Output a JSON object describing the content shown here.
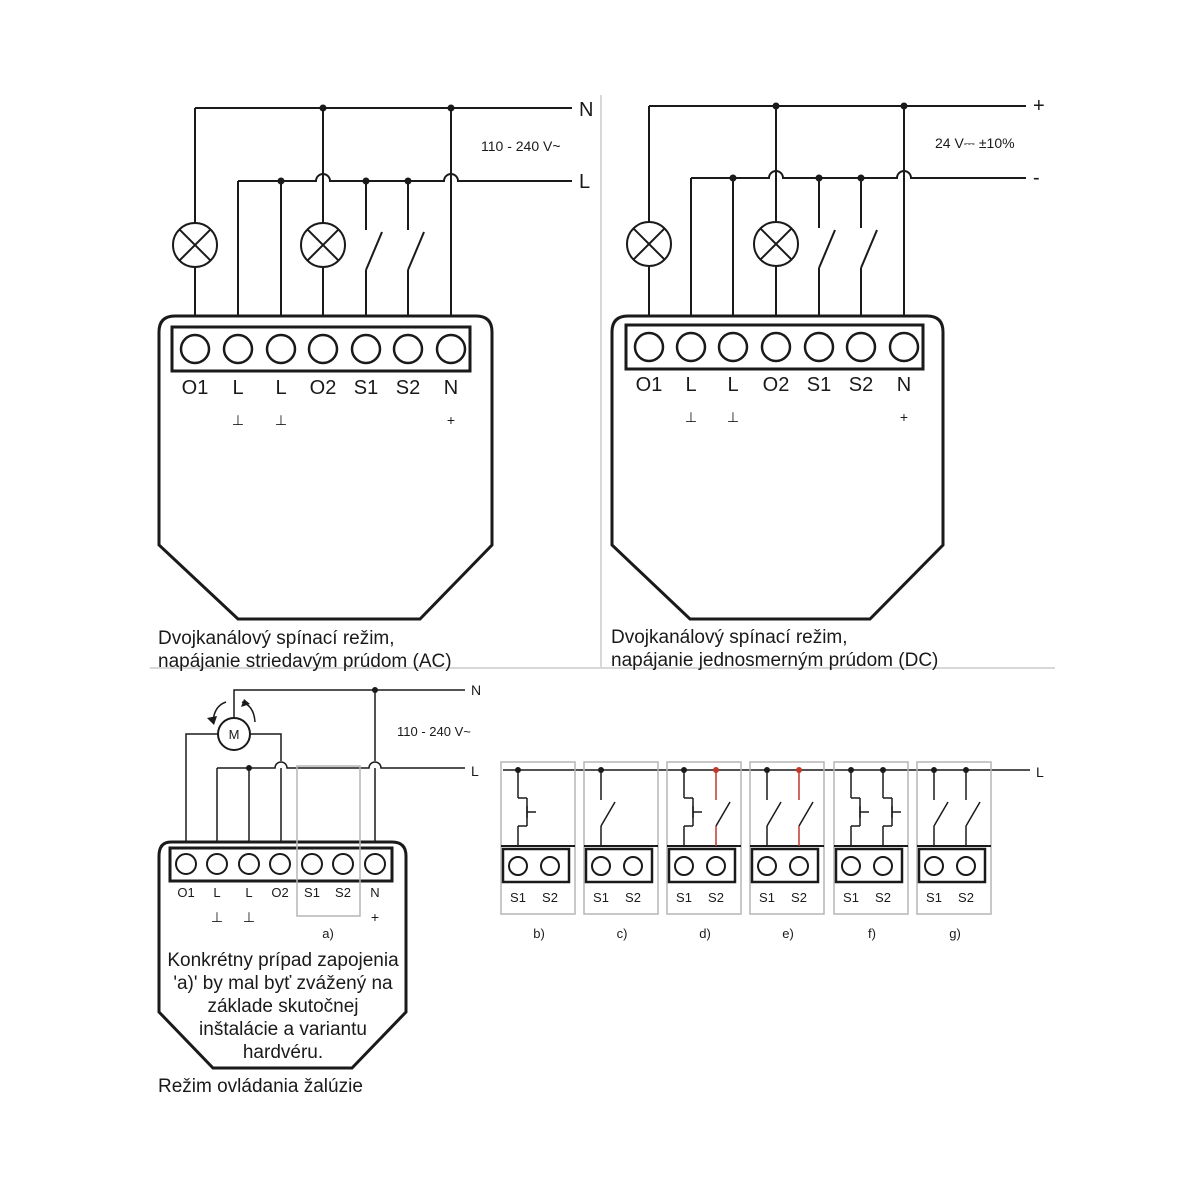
{
  "colors": {
    "wire": "#1a1a1a",
    "frame": "#b5b5b5",
    "divider": "#d8d8d8",
    "red_wire": "#c0392b"
  },
  "ac": {
    "line_top": "N",
    "line_bottom": "L",
    "voltage": "110 - 240 V~",
    "terminals": [
      "O1",
      "L",
      "L",
      "O2",
      "S1",
      "S2",
      "N"
    ],
    "signs": [
      "",
      "⊥",
      "⊥",
      "",
      "",
      "",
      "+"
    ],
    "caption": [
      "Dvojkanálový spínací režim,",
      "napájanie striedavým prúdom (AC)"
    ]
  },
  "dc": {
    "line_top": "+",
    "line_bottom": "-",
    "voltage": "24 V⎓ ±10%",
    "terminals": [
      "O1",
      "L",
      "L",
      "O2",
      "S1",
      "S2",
      "N"
    ],
    "signs": [
      "",
      "⊥",
      "⊥",
      "",
      "",
      "",
      "+"
    ],
    "caption": [
      "Dvojkanálový spínací režim,",
      "napájanie jednosmerným prúdom (DC)"
    ]
  },
  "blind": {
    "line_top": "N",
    "line_bottom": "L",
    "voltage": "110 - 240 V~",
    "motor": "M",
    "terminals": [
      "O1",
      "L",
      "L",
      "O2",
      "S1",
      "S2",
      "N"
    ],
    "signs": [
      "",
      "⊥",
      "⊥",
      "",
      "",
      "",
      "+"
    ],
    "case_label": "a)",
    "note": [
      "Konkrétny prípad zapojenia",
      "'a)' by mal byť zvážený na",
      "základe skutočnej",
      "inštalácie a variantu",
      "hardvéru."
    ],
    "caption": "Režim ovládania žalúzie"
  },
  "variants": {
    "line_label": "L",
    "items": [
      {
        "label": "b)",
        "s1": "S1",
        "s2": "S2"
      },
      {
        "label": "c)",
        "s1": "S1",
        "s2": "S2"
      },
      {
        "label": "d)",
        "s1": "S1",
        "s2": "S2"
      },
      {
        "label": "e)",
        "s1": "S1",
        "s2": "S2"
      },
      {
        "label": "f)",
        "s1": "S1",
        "s2": "S2"
      },
      {
        "label": "g)",
        "s1": "S1",
        "s2": "S2"
      }
    ]
  }
}
